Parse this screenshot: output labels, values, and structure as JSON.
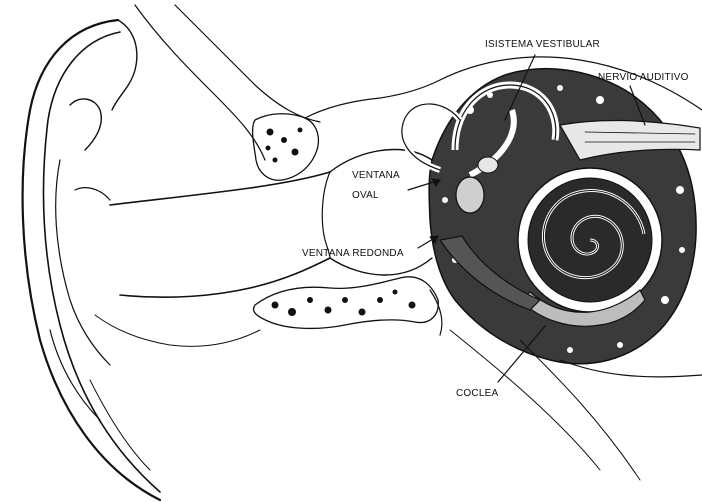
{
  "labels": {
    "vestibular": "ISISTEMA VESTIBULAR",
    "auditory_nerve": "NERVIO AUDITIVO",
    "oval_window_1": "VENTANA",
    "oval_window_2": "OVAL",
    "round_window": "VENTANA REDONDA",
    "cochlea": "COCLEA"
  },
  "colors": {
    "ink": "#111111",
    "background": "#ffffff",
    "cochlea_fill": "#2a2a2a",
    "bone_fill": "#d9d9d9"
  }
}
